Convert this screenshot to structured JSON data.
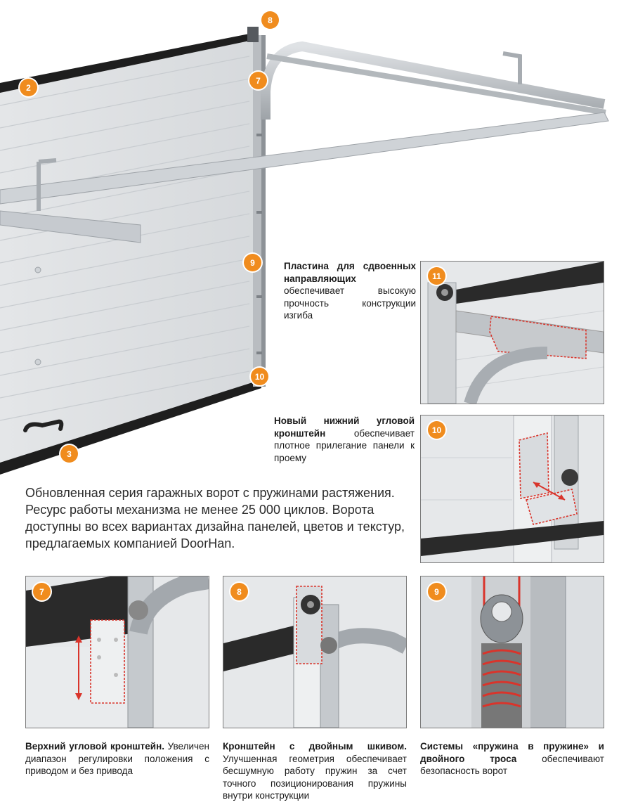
{
  "markers": {
    "m2": "2",
    "m3": "3",
    "m7": "7",
    "m8": "8",
    "m9": "9",
    "m10": "10",
    "m11": "11"
  },
  "callouts": {
    "plate": {
      "bold": "Пластина для сдвоенных направляющих",
      "text": " обеспечивает высокую прочность конструкции изгиба",
      "marker": "11"
    },
    "lower_bracket": {
      "bold": "Новый нижний угловой кронштейн",
      "text": " обеспечивает плотное прилегание панели к проему",
      "marker": "10"
    }
  },
  "intro": "Обновленная серия гаражных ворот с пружинами растяжения. Ресурс работы механизма не менее 25 000 циклов. Ворота доступны во всех вариантах дизайна панелей, цветов и текстур, предлагаемых компанией DoorHan.",
  "features": [
    {
      "marker": "7",
      "bold": "Верхний угловой кронштейн.",
      "text": " Увеличен диапазон регулировки положения с приводом и без привода"
    },
    {
      "marker": "8",
      "bold": "Кронштейн с двойным шкивом.",
      "text": " Улучшенная геометрия обеспечивает бесшумную работу пружин за счет точного позиционирования пружины внутри конструкции"
    },
    {
      "marker": "9",
      "bold": "Системы «пружина в пружине» и двойного троса",
      "text": " обеспечивают безопасность ворот"
    }
  ],
  "colors": {
    "accent": "#f08c1e",
    "highlight": "#d9342b",
    "panel": "#e9ebed",
    "seal": "#1e1e1e"
  }
}
